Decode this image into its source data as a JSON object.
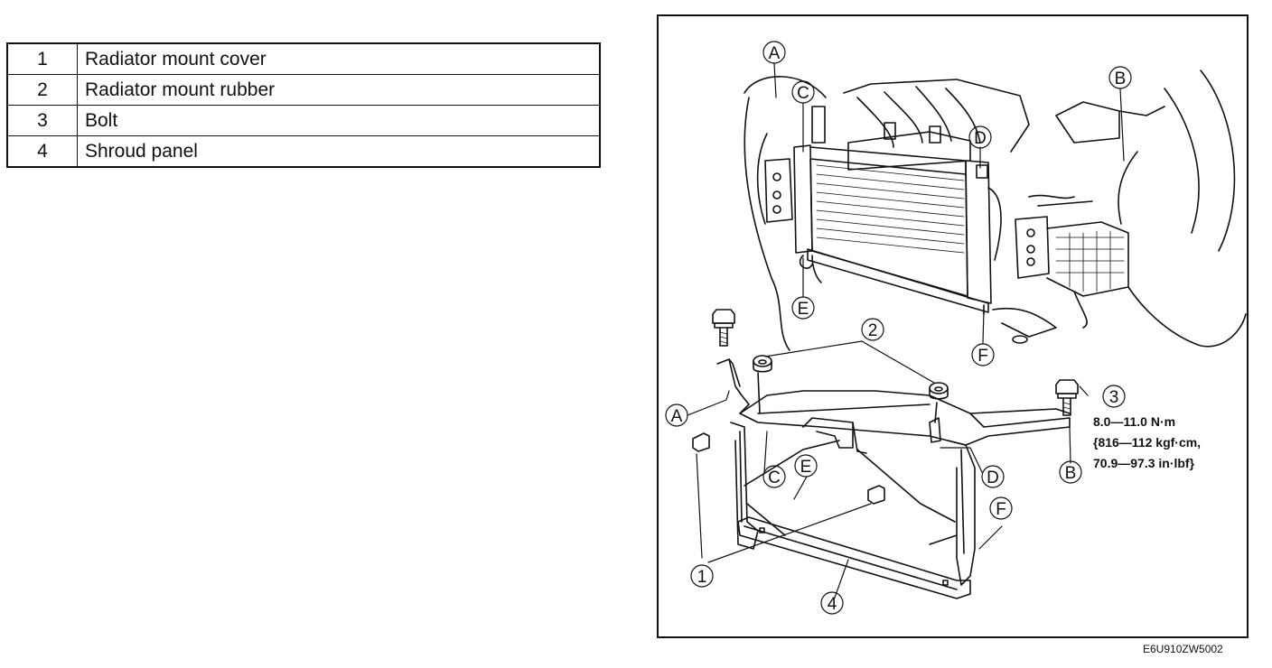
{
  "parts": [
    {
      "number": "1",
      "name": "Radiator mount cover"
    },
    {
      "number": "2",
      "name": "Radiator mount rubber"
    },
    {
      "number": "3",
      "name": "Bolt"
    },
    {
      "number": "4",
      "name": "Shroud panel"
    }
  ],
  "callouts": {
    "A_top": "A",
    "B_top": "B",
    "C_top": "C",
    "D_top": "D",
    "E_top": "E",
    "F_top": "F",
    "A_bottom": "A",
    "B_bottom": "B",
    "C_bottom": "C",
    "D_bottom": "D",
    "E_bottom": "E",
    "F_bottom": "F",
    "part_1": "1",
    "part_2": "2",
    "part_3": "3",
    "part_4": "4"
  },
  "torque": {
    "line1": "8.0—11.0 N·m",
    "line2": "{816—112 kgf·cm,",
    "line3": "70.9—97.3 in·lbf}"
  },
  "figure_code": "E6U910ZW5002"
}
